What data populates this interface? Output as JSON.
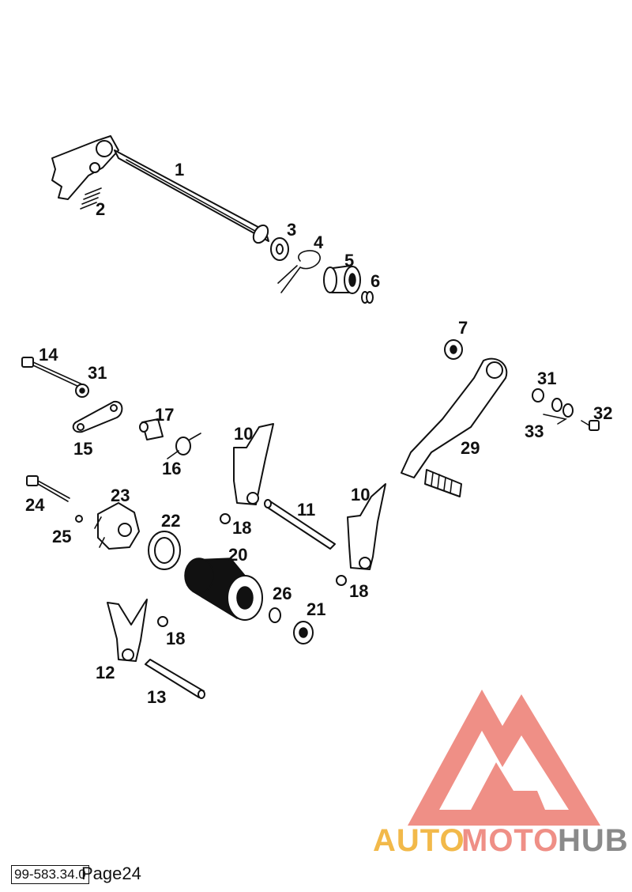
{
  "diagram": {
    "callouts": {
      "c1": "1",
      "c2": "2",
      "c3": "3",
      "c4": "4",
      "c5": "5",
      "c6": "6",
      "c7": "7",
      "c10a": "10",
      "c10b": "10",
      "c11": "11",
      "c12": "12",
      "c13": "13",
      "c14": "14",
      "c15": "15",
      "c16": "16",
      "c17": "17",
      "c18a": "18",
      "c18b": "18",
      "c18c": "18",
      "c20": "20",
      "c21": "21",
      "c22": "22",
      "c23": "23",
      "c24": "24",
      "c25": "25",
      "c26": "26",
      "c29": "29",
      "c31a": "31",
      "c31b": "31",
      "c32": "32",
      "c33": "33"
    }
  },
  "watermark": {
    "word_part1": "AUTO",
    "word_part2": "MOTO",
    "word_part3": "HUB",
    "colors": {
      "triangle": "#ef8f86",
      "auto": "#f2b94a",
      "moto": "#ef8f86",
      "hub": "#8a8a8a"
    }
  },
  "footer": {
    "doc_code": "99-583.34.0",
    "page_label": "Page24"
  }
}
